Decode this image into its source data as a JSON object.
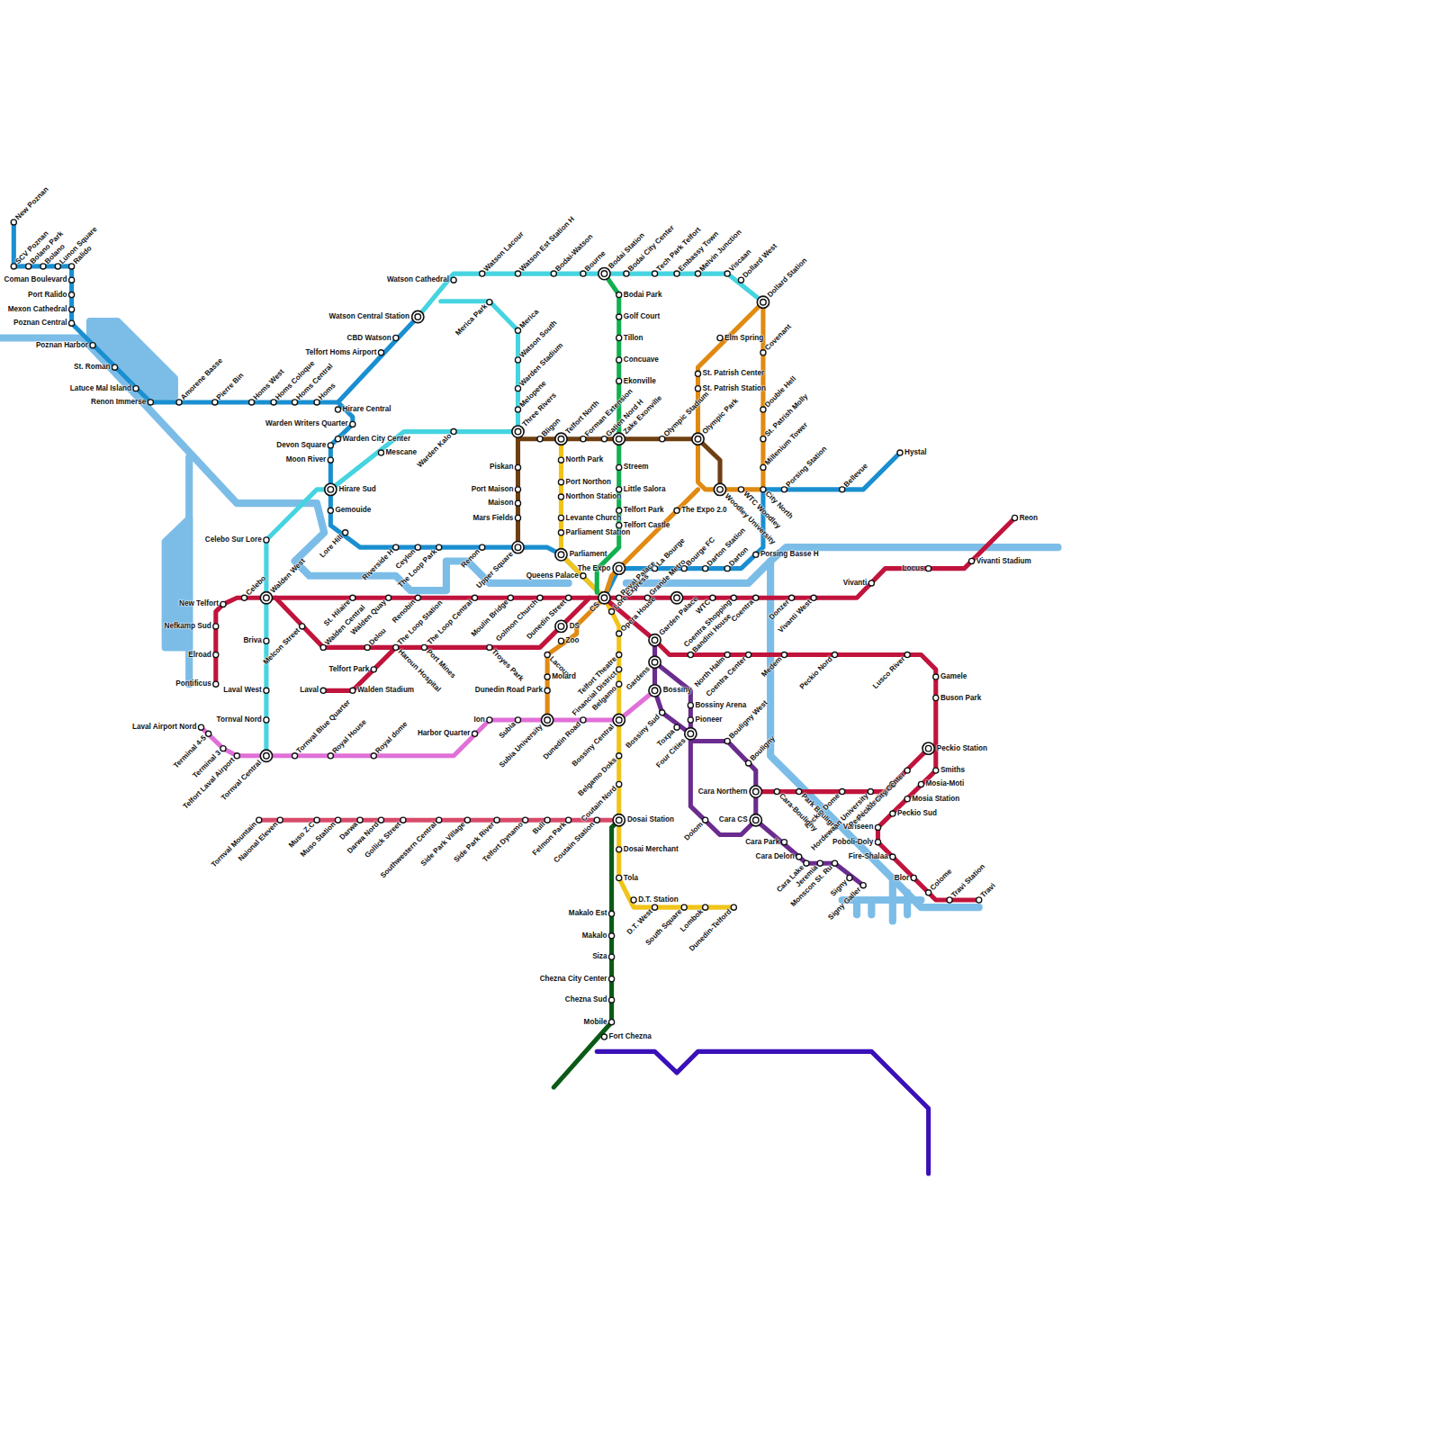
{
  "diagram": {
    "labels": [
      "New Poznan",
      "SCV Poznan",
      "Bolano Park",
      "Bolano",
      "Lunon Square",
      "Ralido",
      "Coman Boulevard",
      "Port Ralido",
      "Mexon Cathedral",
      "Poznan Central",
      "Poznan Harbor",
      "St. Roman",
      "Latuce Mal Island",
      "Renon Immerse",
      "Amorene Basse",
      "Pierre Bin",
      "Homs West",
      "Homs Coloque",
      "Homs Central",
      "Homs",
      "Hirare Central",
      "Warden Writers Quarter",
      "Warden City Center",
      "Devon Square",
      "Moon River",
      "Hirare Sud",
      "Gemouide",
      "Lore Hill",
      "Riverside H",
      "Ceylon",
      "The Loop Park",
      "Renon",
      "Upper Square",
      "Watson Central Station",
      "CBD Watson",
      "Telfort Homs Airport",
      "Watson Cathedral",
      "Watson Lacour",
      "Watson Est Station H",
      "Bodai-Watson",
      "Bourne",
      "Bodai Station",
      "Bodai City Center",
      "Tech Park Telfort",
      "Embassy Town",
      "Melvin Junction",
      "Viscaan",
      "Dollard West",
      "Dollard Station",
      "Merica Park",
      "Merica",
      "Watson South",
      "Warden Stadium",
      "Melopene",
      "Three Rivers",
      "Warden Kalo",
      "Mescane",
      "Celebo Sur Lore",
      "Walden West",
      "Briva",
      "Laval West",
      "Tornval Nord",
      "Tornval Central",
      "Bligon",
      "Telfort North",
      "Forman Extension",
      "Gatien Nord H",
      "Zake Exonville",
      "Olympic Stadium",
      "Olympic Park",
      "Piskan",
      "Port Maison",
      "Maison",
      "Mars Fields",
      "North Park",
      "Port Northon",
      "Northon Station",
      "Levante Church",
      "Parliament Station",
      "Parliament",
      "Bodai Park",
      "Golf Court",
      "Tillon",
      "Concuave",
      "Ekonville",
      "Streem",
      "Little Salora",
      "Telfort Park",
      "Telfort Castle",
      "The Expo",
      "Queens Palace",
      "La Bourge",
      "Bourge FC",
      "Darton Station",
      "Darton",
      "Porsing Basse H",
      "City North",
      "Porsing Station",
      "Bellevue",
      "Hystal",
      "Elm Spring",
      "St. Patrish Center",
      "St. Patrish Station",
      "Covenant",
      "Double Hell",
      "St. Patrish Molly",
      "Millenium Tower",
      "Woodley University",
      "WTC Woodley",
      "The Expo 2.0",
      "CS",
      "DS",
      "Zoo",
      "Lacoux",
      "Molard",
      "Dunedin Road Park",
      "Subia University",
      "New Telfort",
      "Celebo",
      "St. Hilaire",
      "Walden Quay",
      "Renobin",
      "The Loop Central",
      "Moulin Bridge",
      "Golmon Church",
      "Dunedin Street",
      "Royal Palace",
      "Grande Metro",
      "WTC",
      "Coentra Shopping",
      "Coentra",
      "Donzer",
      "Vivanti West",
      "Vivanti",
      "Locus",
      "Vivanti Stadium",
      "Reon",
      "Nefkamp Sud",
      "Elroad",
      "Pontificus",
      "Melcon Street",
      "Walden Central",
      "Delou",
      "The Loop Station",
      "Haroun Hospital",
      "Port Mines",
      "Troyes Park",
      "Telfort Park",
      "Laval",
      "Walden Stadium",
      "Lore Express",
      "Opera House",
      "Telfort Theatre",
      "Financial District",
      "Belgamo",
      "Bossiny Central",
      "Belgamo Doks",
      "Coutain Nord",
      "Dosai Station",
      "Dosai Merchant",
      "Tola",
      "D.T. Station",
      "D.T. West",
      "South Square",
      "Lombok",
      "Dunedin-Telford",
      "Garden Palace",
      "Gardens",
      "Bandini House",
      "North Halm",
      "Coentra Center",
      "Medem",
      "Peckio Nord",
      "Lusco River",
      "Gamele",
      "Buson Park",
      "Peckio Station",
      "Smiths",
      "Mosia-Moti",
      "Mosia Station",
      "Peckio Sud",
      "Variseen",
      "Poboli-Doly",
      "Fire-Shalaa",
      "Blor",
      "Colome",
      "Travi Station",
      "Travi",
      "Cara Northern",
      "Park Bouligny",
      "Peckio Dome",
      "Hordewaan University",
      "Peckio Mesinge",
      "Peckio City Center",
      "Bossiny",
      "Bossiny Sud",
      "Toxpa",
      "Four Cities",
      "Bossiny Arena",
      "Pioneer",
      "Bouligny West",
      "Bouligny",
      "Cara CS",
      "Cara-Bouligny",
      "Cara Park",
      "Cara Delon",
      "Cara Lake",
      "Jeremia",
      "Monscon St. Ru",
      "Signy",
      "Signy Galler",
      "Dolom",
      "Laval Airport Nord",
      "Terminal 4-5",
      "Terminal 3",
      "Telfort Laval Airport",
      "Tornval Blue Quarter",
      "Royal House",
      "Royal dome",
      "Harbor Quarter",
      "Ion",
      "Subia",
      "Dunedin Road",
      "Tornval Mountain",
      "Naional Eleven",
      "Muso Z.C",
      "Muso Station",
      "Darwa",
      "Darwa Nord",
      "Gollick Street",
      "Southwestern Central",
      "Side Park Village",
      "Side Park River",
      "Telfort Dynamo",
      "Bull",
      "Felmon Park",
      "Coutain Station",
      "Makalo Est",
      "Makalo",
      "Siza",
      "Chezna City Center",
      "Chezna Sud",
      "Mobile",
      "Fort Chezna"
    ]
  }
}
